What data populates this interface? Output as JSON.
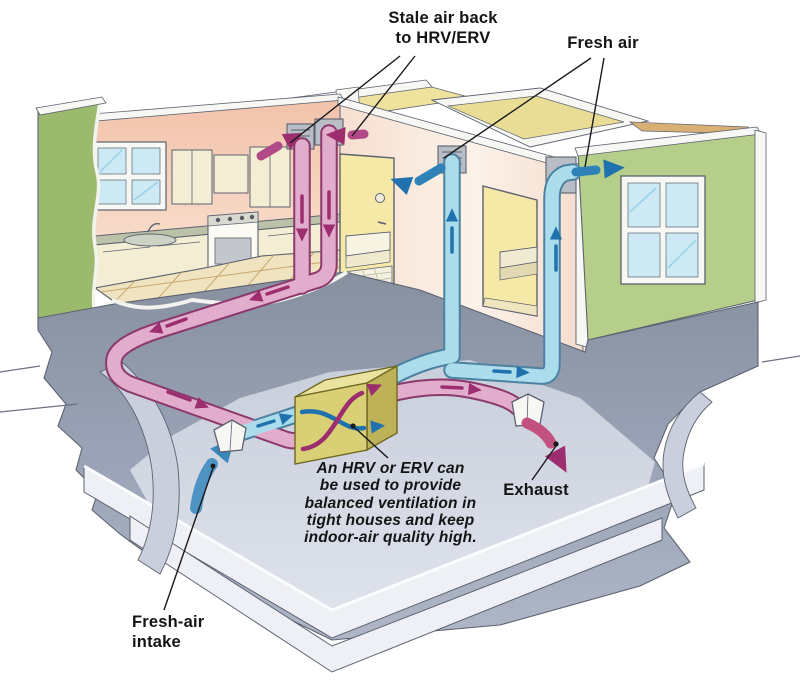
{
  "title": "HRV/ERV balanced ventilation house cutaway diagram",
  "labels": {
    "stale_air": {
      "line1": "Stale air back",
      "line2": "to HRV/ERV"
    },
    "fresh_air": "Fresh air",
    "exhaust": "Exhaust",
    "fresh_air_intake": {
      "line1": "Fresh-air",
      "line2": "intake"
    },
    "caption": {
      "line1": "An HRV or ERV  can",
      "line2": "be used to provide",
      "line3": "balanced ventilation in",
      "line4": "tight houses and keep",
      "line5": "indoor-air quality high."
    }
  },
  "colors": {
    "bg": "#ffffff",
    "text": "#141414",
    "leader": "#1a1a1a",
    "line-ink": "#5c6270",
    "stale-duct": "#e2adcc",
    "stale-outline": "#8c3a6e",
    "stale-arrow": "#9c2d6f",
    "fresh-duct": "#abdcec",
    "fresh-outline": "#4d82a0",
    "fresh-arrow": "#1f72ad",
    "hrv-top": "#eae3a0",
    "hrv-front": "#d9cf74",
    "hrv-side": "#bdb258",
    "hrv-outline": "#6f6824",
    "wall-green-left": "#9cba6e",
    "wall-green-right": "#b5cf8a",
    "wall-pink": "#f6d8c5",
    "wall-pink-deep": "#f0bda6",
    "wall-yellow": "#eee29c",
    "room-yellow": "#f6e9a8",
    "amber-floor": "#d9af74",
    "floor-tile": "#f0e3c0",
    "tile-line": "#c9a86f",
    "cabinet-cream": "#f3edd4",
    "counter-gray": "#bcc2a8",
    "concrete-dark": "#8e97ad",
    "concrete-mid": "#a8b0c2",
    "concrete-light": "#c9cfdc",
    "basement-floor": "#d6dbe4",
    "slab-face": "#eef0f5",
    "glass": "#cdeaf4",
    "frame-white": "#f7f8f4",
    "grille-gray": "#b9bdc6"
  }
}
